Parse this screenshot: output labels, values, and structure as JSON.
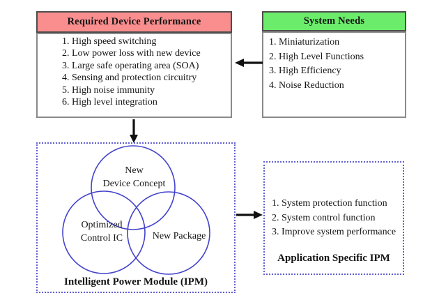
{
  "colors": {
    "performance_header_bg": "#fa8e8e",
    "needs_header_bg": "#6bec6b",
    "box_border": "#8a8a8a",
    "dashed_border": "#6161cf",
    "circle_stroke": "#4343cb",
    "arrow": "#111111",
    "background": "#ffffff"
  },
  "performance_box": {
    "title": "Required Device Performance",
    "items": [
      "1. High speed switching",
      "2. Low power loss with new device",
      "3. Large safe operating area (SOA)",
      "4. Sensing and protection circuitry",
      "5. High noise immunity",
      "6. High level integration"
    ]
  },
  "needs_box": {
    "title": "System Needs",
    "items": [
      "1. Miniaturization",
      "2. High Level Functions",
      "3. High Efficiency",
      "4. Noise Reduction"
    ]
  },
  "ipm_box": {
    "caption": "Intelligent Power Module (IPM)",
    "circles": {
      "device": {
        "line1": "New",
        "line2": "Device Concept"
      },
      "control": {
        "line1": "Optimized",
        "line2": "Control IC"
      },
      "package": {
        "label": "New Package"
      }
    }
  },
  "application_box": {
    "items": [
      "1. System protection function",
      "2. System control function",
      "3. Improve system performance"
    ],
    "caption": "Application Specific IPM"
  }
}
